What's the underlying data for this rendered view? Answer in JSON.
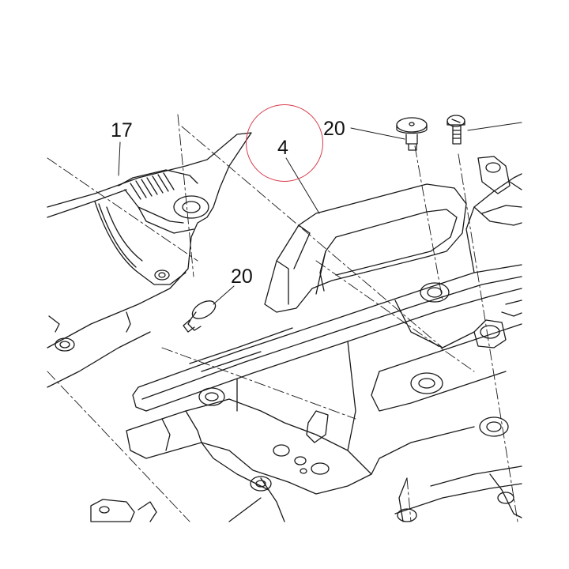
{
  "callouts": {
    "part_17": "17",
    "part_4": "4",
    "part_20_top": "20",
    "part_20_left": "20"
  },
  "colors": {
    "line": "#1a1a1a",
    "highlight_circle": "#d83a4a",
    "background": "#ffffff"
  }
}
